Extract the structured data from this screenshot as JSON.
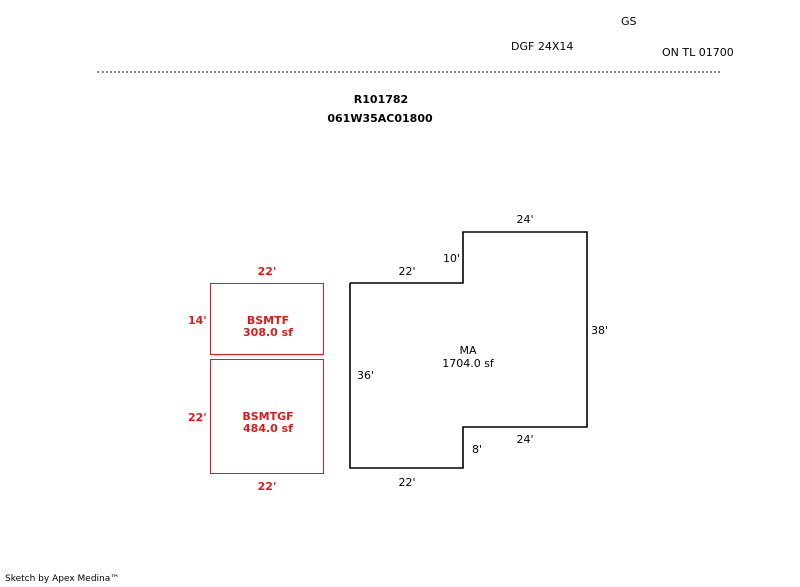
{
  "header": {
    "gs_label": "GS",
    "dgf_label": "DGF 24X14",
    "on_tl_label": "ON TL 01700"
  },
  "parcel": {
    "id": "R101782",
    "map_number": "061W35AC01800"
  },
  "areas": {
    "bsmtf": {
      "name": "BSMTF",
      "area": "308.0 sf",
      "top_dim": "22'",
      "left_dim": "14'"
    },
    "bsmtgf": {
      "name": "BSMTGF",
      "area": "484.0 sf",
      "left_dim": "22'",
      "bottom_dim": "22'"
    },
    "ma": {
      "name": "MA",
      "area": "1704.0 sf",
      "dims": {
        "top_left": "22'",
        "notch_top": "10'",
        "top_right": "24'",
        "right": "38'",
        "left": "36'",
        "notch_bottom": "8'",
        "bottom_right": "24'",
        "bottom": "22'"
      }
    }
  },
  "colors": {
    "basement": "#e0191b",
    "main": "#000000",
    "divider": "#8a8a8a"
  },
  "footer": {
    "credit": "Sketch by Apex Medina™"
  }
}
